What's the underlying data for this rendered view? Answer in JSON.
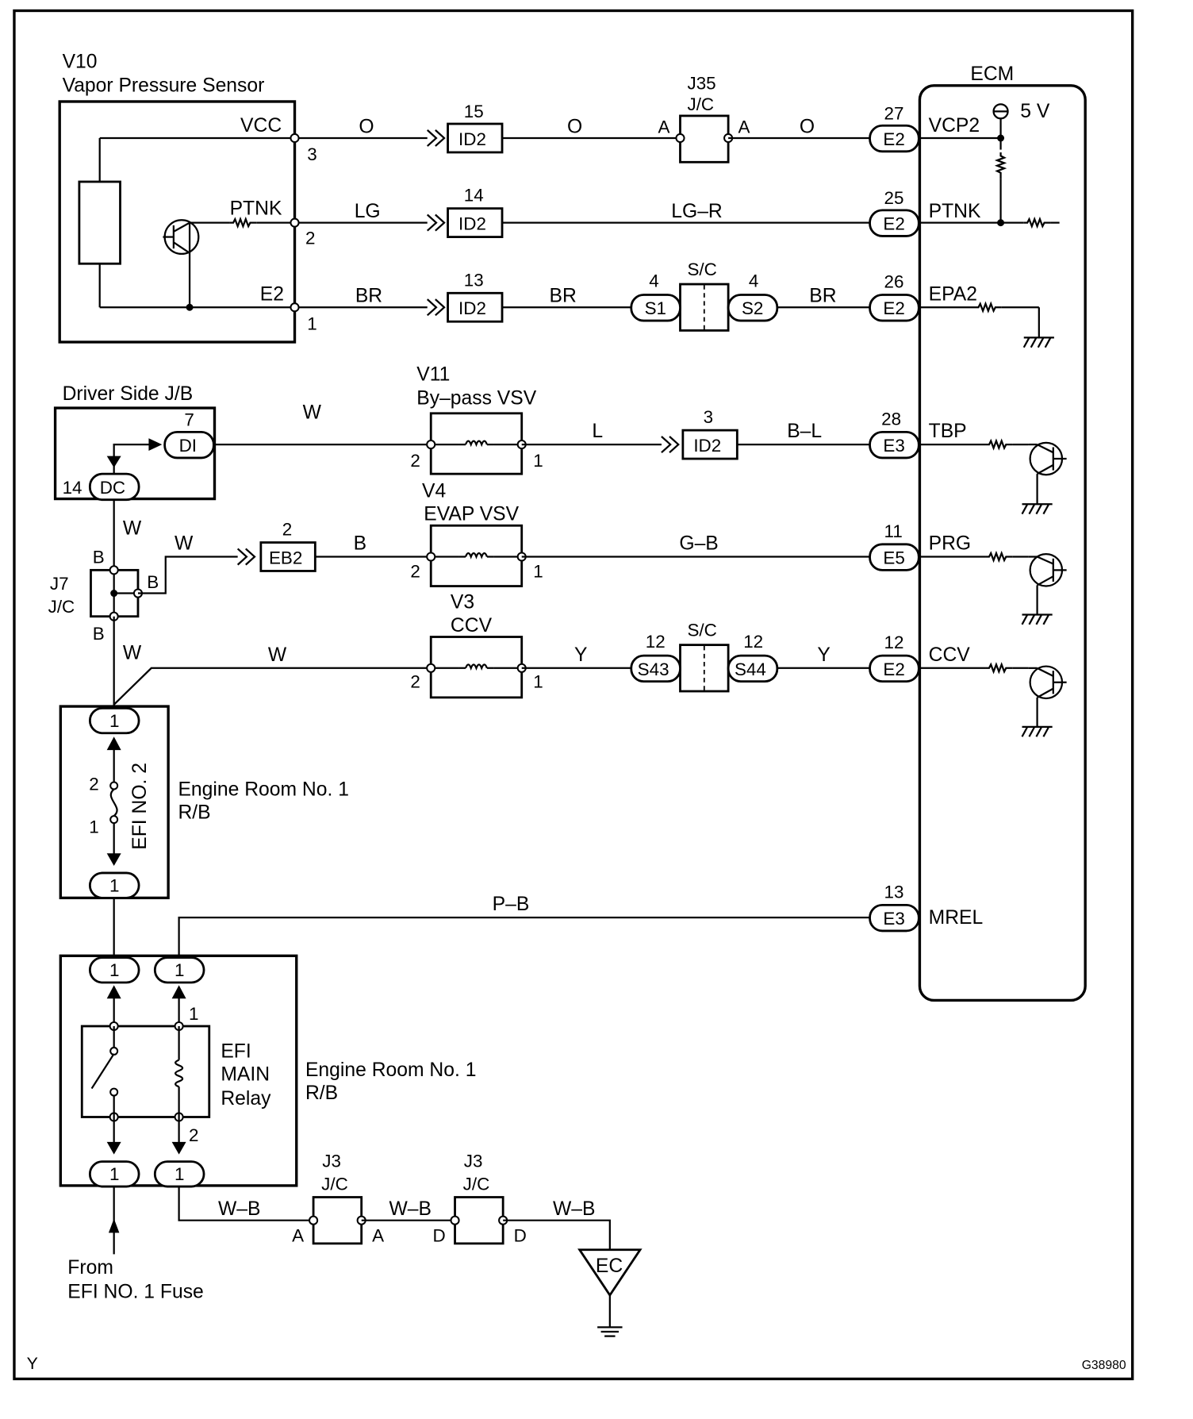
{
  "ecm": {
    "title": "ECM",
    "supply": "5 V"
  },
  "v10": {
    "code": "V10",
    "name": "Vapor Pressure Sensor"
  },
  "circuits": {
    "vcc": {
      "sensor_pin_label": "VCC",
      "sensor_pin": "3",
      "wire_in": "O",
      "connector": "ID2",
      "connector_pin": "15",
      "wire_mid": "O",
      "junction_code": "J35",
      "junction_type": "J/C",
      "junction_in": "A",
      "junction_out": "A",
      "wire_out": "O",
      "ecm_connector": "E2",
      "ecm_pin": "27",
      "ecm_terminal": "VCP2"
    },
    "ptnk": {
      "sensor_pin_label": "PTNK",
      "sensor_pin": "2",
      "wire_in": "LG",
      "connector": "ID2",
      "connector_pin": "14",
      "wire_out": "LG–R",
      "ecm_connector": "E2",
      "ecm_pin": "25",
      "ecm_terminal": "PTNK"
    },
    "e2": {
      "sensor_pin_label": "E2",
      "sensor_pin": "1",
      "wire_in": "BR",
      "connector": "ID2",
      "connector_pin": "13",
      "wire_mid": "BR",
      "sc_label": "S/C",
      "sc_left": "S1",
      "sc_left_pin": "4",
      "sc_right": "S2",
      "sc_right_pin": "4",
      "wire_out": "BR",
      "ecm_connector": "E2",
      "ecm_pin": "26",
      "ecm_terminal": "EPA2"
    },
    "tbp": {
      "vsv_code": "V11",
      "vsv_name": "By–pass VSV",
      "wire_in": "W",
      "pin_in": "2",
      "pin_out": "1",
      "wire_mid": "L",
      "connector": "ID2",
      "connector_pin": "3",
      "wire_out": "B–L",
      "ecm_connector": "E3",
      "ecm_pin": "28",
      "ecm_terminal": "TBP"
    },
    "prg": {
      "vsv_code": "V4",
      "vsv_name": "EVAP VSV",
      "wire_in": "W",
      "connector": "EB2",
      "connector_pin": "2",
      "wire_mid": "B",
      "pin_in": "2",
      "pin_out": "1",
      "wire_out": "G–B",
      "ecm_connector": "E5",
      "ecm_pin": "11",
      "ecm_terminal": "PRG"
    },
    "ccv": {
      "vsv_code": "V3",
      "vsv_name": "CCV",
      "wire_in": "W",
      "pin_in": "2",
      "pin_out": "1",
      "wire_mid": "Y",
      "sc_label": "S/C",
      "sc_left": "S43",
      "sc_left_pin": "12",
      "sc_right": "S44",
      "sc_right_pin": "12",
      "wire_out": "Y",
      "ecm_connector": "E2",
      "ecm_pin": "12",
      "ecm_terminal": "CCV"
    },
    "mrel": {
      "wire": "P–B",
      "ecm_connector": "E3",
      "ecm_pin": "13",
      "ecm_terminal": "MREL"
    }
  },
  "driver_jb": {
    "name": "Driver Side J/B",
    "di": "DI",
    "di_pin": "7",
    "dc": "DC",
    "dc_pin": "14",
    "wire_down": "W"
  },
  "j7": {
    "code": "J7",
    "type": "J/C",
    "pin_top": "B",
    "pin_right": "B",
    "pin_bottom": "B",
    "wire_down": "W"
  },
  "rb_fuse": {
    "name_line1": "Engine Room No. 1",
    "name_line2": "R/B",
    "fuse": "EFI NO. 2",
    "conn_top": "1",
    "conn_bottom": "1",
    "pin_2": "2",
    "pin_1": "1"
  },
  "rb_relay": {
    "name_line1": "Engine Room No. 1",
    "name_line2": "R/B",
    "relay_line1": "EFI",
    "relay_line2": "MAIN",
    "relay_line3": "Relay",
    "c1": "1",
    "c2": "1",
    "c3": "1",
    "c4": "1",
    "coil_pin_top": "1",
    "coil_pin_bottom": "2"
  },
  "from_label": {
    "line1": "From",
    "line2": "EFI NO. 1 Fuse"
  },
  "ground_chain": {
    "wire1": "W–B",
    "j3a_code": "J3",
    "j3a_type": "J/C",
    "j3a_pin_l": "A",
    "j3a_pin_r": "A",
    "wire2": "W–B",
    "j3b_code": "J3",
    "j3b_type": "J/C",
    "j3b_pin_l": "D",
    "j3b_pin_r": "D",
    "wire3": "W–B",
    "ground": "EC"
  },
  "footer": {
    "left": "Y",
    "right": "G38980"
  }
}
